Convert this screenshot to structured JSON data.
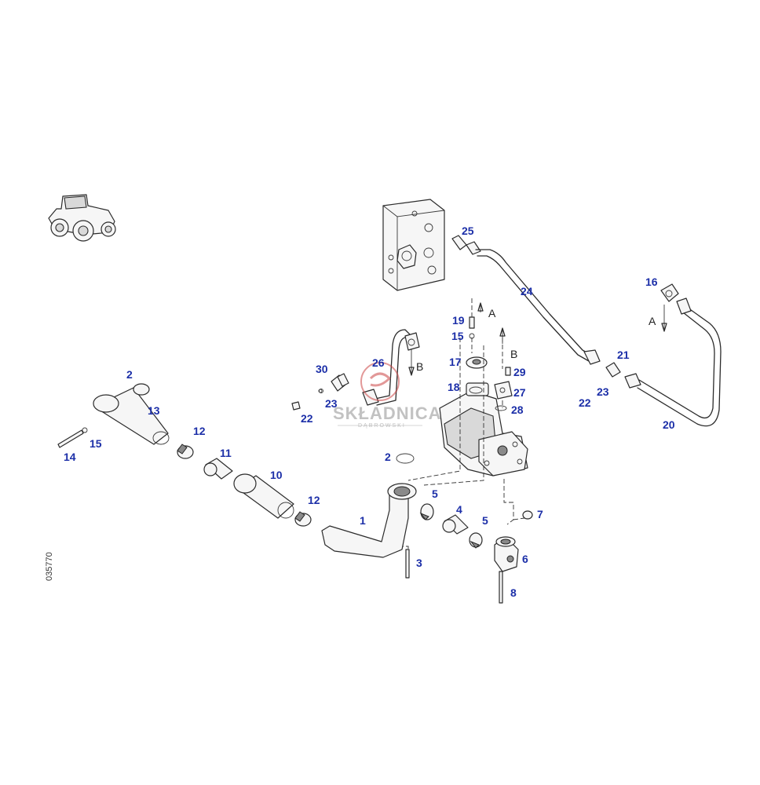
{
  "drawing_code": "035770",
  "watermark": {
    "brand": "SKŁADNICA",
    "sub": "DĄBROWSKI"
  },
  "flow_markers": [
    "A",
    "B",
    "A",
    "B"
  ],
  "callouts": [
    "1",
    "2",
    "2",
    "3",
    "4",
    "5",
    "5",
    "6",
    "7",
    "8",
    "10",
    "11",
    "12",
    "12",
    "13",
    "14",
    "15",
    "15",
    "16",
    "17",
    "18",
    "19",
    "20",
    "21",
    "22",
    "22",
    "23",
    "23",
    "24",
    "25",
    "26",
    "27",
    "28",
    "29",
    "30"
  ],
  "colors": {
    "callout": "#1c2fa8",
    "line": "#2b2b2b",
    "watermark": "#9a9a9a"
  },
  "icons": [
    "tractor-icon",
    "watermark-logo-icon"
  ]
}
